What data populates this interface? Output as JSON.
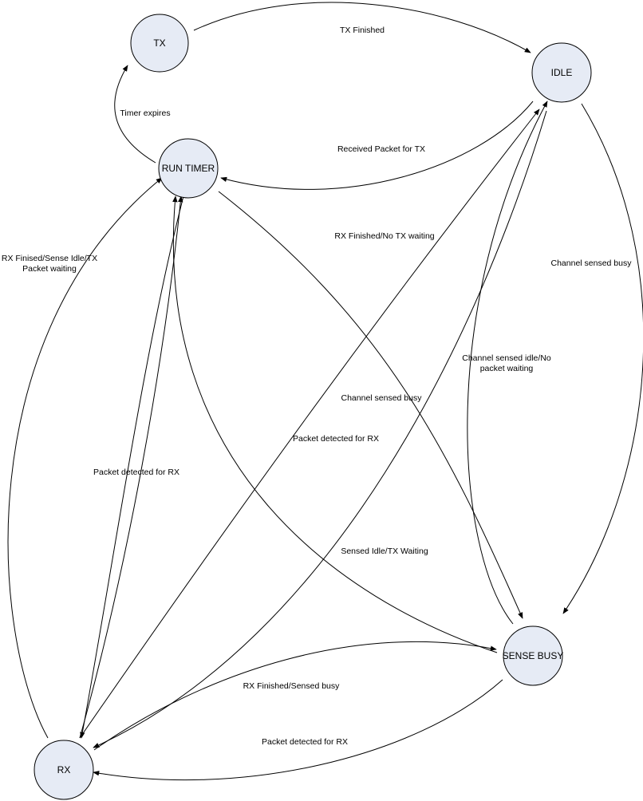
{
  "states": {
    "tx": "TX",
    "idle": "IDLE",
    "run_timer": "RUN TIMER",
    "sense_busy": "SENSE BUSY",
    "rx": "RX"
  },
  "transitions": {
    "tx_to_idle": "TX Finished",
    "timer_to_tx": "Timer expires",
    "idle_to_timer": "Received Packet for TX",
    "rx_to_idle_line1": "RX Finished/No TX waiting",
    "idle_to_sense": "Channel sensed busy",
    "rx_to_timer_line1": "RX Finised/Sense Idle/TX",
    "rx_to_timer_line2": "Packet waiting",
    "sense_to_idle_line1": "Channel sensed idle/No",
    "sense_to_idle_line2": "packet waiting",
    "timer_to_sense": "Channel sensed busy",
    "idle_to_rx": "Packet detected for RX",
    "timer_to_rx": "Packet detected for RX",
    "sense_to_timer": "Sensed Idle/TX Waiting",
    "rx_to_sense": "RX Finished/Sensed busy",
    "sense_to_rx": "Packet detected for RX"
  },
  "colors": {
    "node_fill": "#e6ebf5",
    "stroke": "#000000"
  }
}
